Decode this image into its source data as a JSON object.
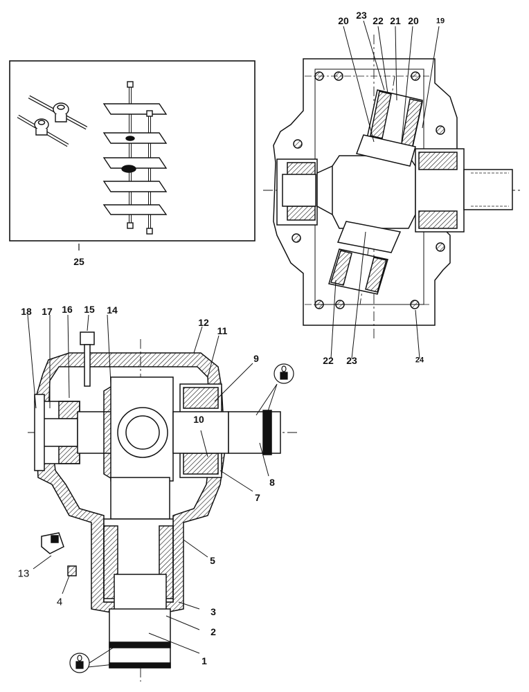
{
  "inset": {
    "label": "25"
  },
  "callouts": {
    "c1": "1",
    "c2": "2",
    "c3": "3",
    "c4": "4",
    "c5": "5",
    "c7": "7",
    "c8": "8",
    "c9": "9",
    "c10": "10",
    "c11": "11",
    "c12": "12",
    "c13": "13",
    "c14": "14",
    "c15": "15",
    "c16": "16",
    "c17": "17",
    "c18": "18",
    "c19": "19",
    "c20a": "20",
    "c20b": "20",
    "c21": "21",
    "c22a": "22",
    "c22b": "22",
    "c23a": "23",
    "c23b": "23",
    "c24": "24"
  },
  "colors": {
    "ink": "#111111",
    "paper": "#ffffff"
  }
}
